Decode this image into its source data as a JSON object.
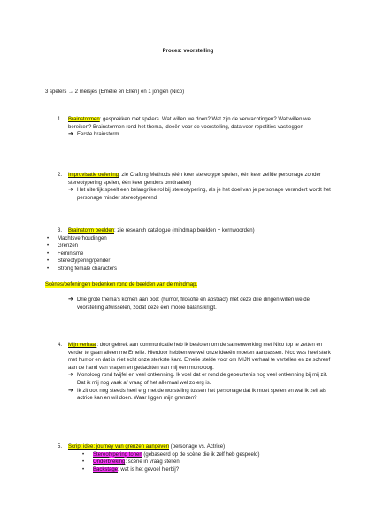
{
  "title": "Proces: voorstelling",
  "intro": "3 spelers → 2 meisjes (Emelie en Ellen) en 1 jongen (Nico)",
  "s1": {
    "num": "1.",
    "term": "Brainstormen",
    "text": ": gesprekken met spelers. Wat willen we doen? Wat zijn de verwachtingen? Wat willen we bereiken? Brainstormen rond het thema, ideeën voor de voorstelling, data voor repetities vastleggen",
    "arrow": "Eerste brainstorm"
  },
  "s2": {
    "num": "2.",
    "term": "Improvisatie oefening",
    "text": ": zie Crafting Methods (één keer stereotype spelen, één keer zelfde personage zonder stereotypering spelen, één keer genders omdraaien)",
    "arrow": "Het uiterlijk speelt een belangrijke rol bij stereotypering, als je het doel van je personage verandert wordt het personage minder stereotyperend"
  },
  "s3": {
    "num": "3.",
    "term": "Brainstorm beelden",
    "text": ": zie research catalogue (mindmap beelden + kernwoorden)",
    "bullets": [
      "Machtsverhoudingen",
      "Grenzen",
      "Feminisme",
      "Stereotypering/gender",
      "Strong female characters"
    ],
    "highlight_line": "Scènes/oefeningen bedenken rond de beelden van de mindmap.",
    "arrow": "Drie grote thema's komen aan bod: (humor, filosofie en abstract) met deze drie dingen willen we de voorstelling afwisselen, zodat deze een mooie balans krijgt."
  },
  "s4": {
    "num": "4.",
    "term": "Mijn verhaal",
    "text": ": door gebrek aan communicatie heb ik besloten om de samenwerking met Nico top te zetten en verder te gaan alleen me Emelie. Hierdoor hebben we wel onze ideeën moeten aanpassen. Nico was heel sterk met humor en dat is niet echt onze sterkste kant. Emelie stelde voor om MIJN verhaal te vertellen en ze schreef aan de hand van vragen en gedachten van mij een monoloog.",
    "arrows": [
      "Monoloog rond twijfel en veel ontkenning. Ik voel dat er rond de gebeurtenis nog veel ontkenning bij mij zit. Dat ik mij nog vaak af vraag of het allemaal wel zo erg is.",
      "Ik zit ook nog steeds heel erg met de worsteling tussen het personage dat ik moet spelen en wat ik zelf als actrice kan en wil doen. Waar liggen mijn grenzen?"
    ]
  },
  "s5": {
    "num": "5.",
    "term": "Script idee: journey van grenzen aangeven",
    "text": " (personage vs. Actrice)",
    "bullets": [
      {
        "term": "Stereotypering tonen",
        "text": " (gebaseerd op de scène die ik zelf heb gespeeld)"
      },
      {
        "term": "Onderbreking",
        "text": ": scène in vraag stellen"
      },
      {
        "term": "Backstage",
        "text": ": wat is het gevoel hierbij?"
      }
    ]
  }
}
